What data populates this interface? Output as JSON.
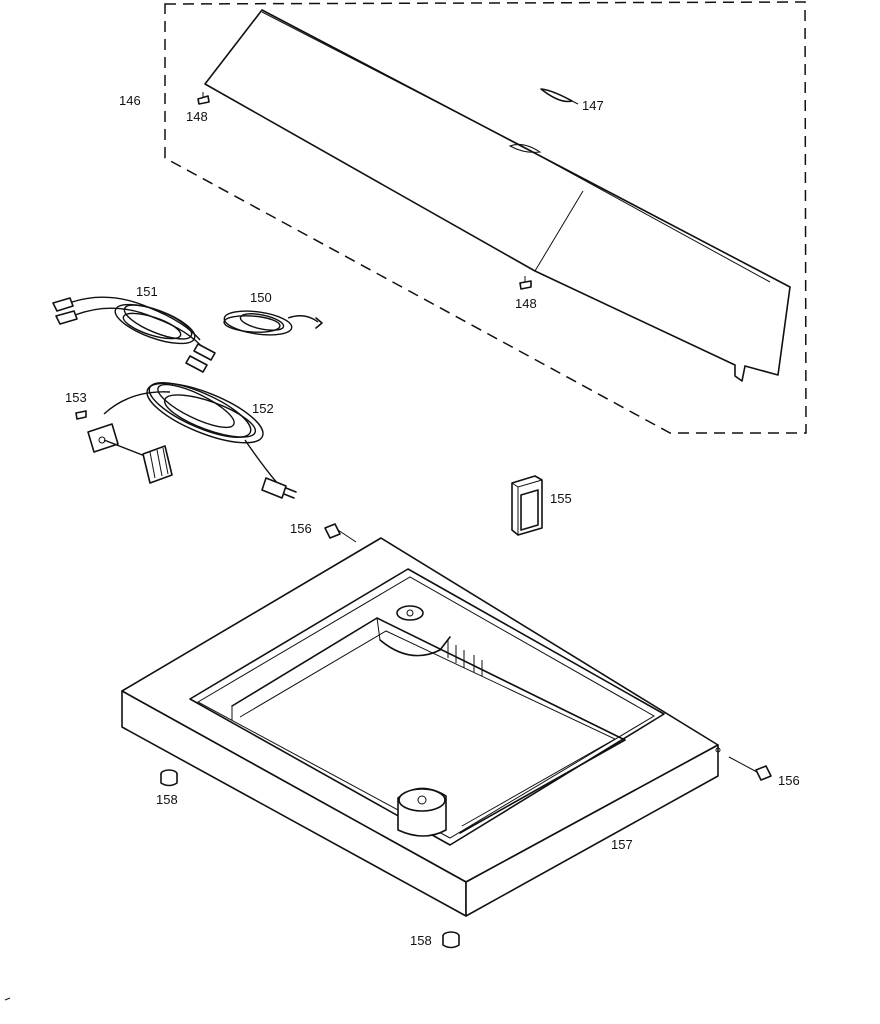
{
  "parts": {
    "p146": "146",
    "p147": "147",
    "p148a": "148",
    "p148b": "148",
    "p150": "150",
    "p151": "151",
    "p152": "152",
    "p153": "153",
    "p155": "155",
    "p156a": "156",
    "p156b": "156",
    "p157": "157",
    "p158a": "158",
    "p158b": "158"
  }
}
